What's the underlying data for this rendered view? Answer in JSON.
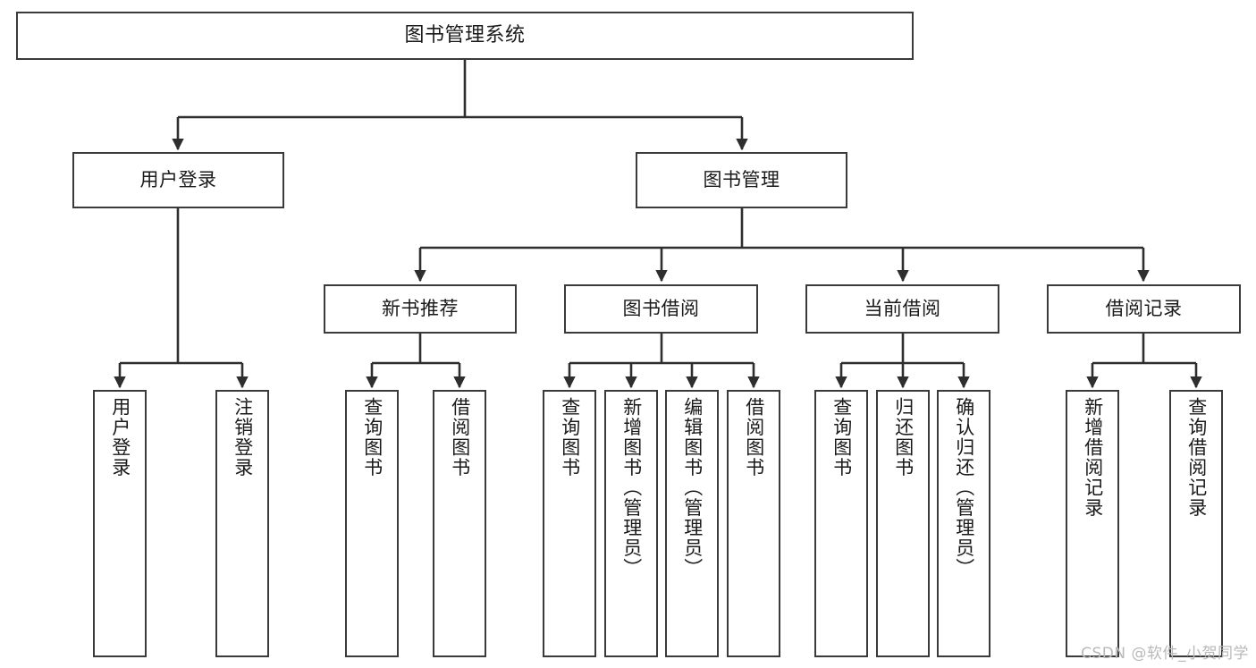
{
  "diagram": {
    "title": "图书管理系统",
    "type": "hierarchy-tree",
    "levels": 4,
    "root": {
      "id": "root",
      "label": "图书管理系统"
    },
    "level2": [
      {
        "id": "user-login",
        "label": "用户登录"
      },
      {
        "id": "book-manage",
        "label": "图书管理"
      }
    ],
    "level3": [
      {
        "id": "new-book-recommend",
        "label": "新书推荐",
        "parent": "book-manage"
      },
      {
        "id": "book-borrow",
        "label": "图书借阅",
        "parent": "book-manage"
      },
      {
        "id": "current-borrow",
        "label": "当前借阅",
        "parent": "book-manage"
      },
      {
        "id": "borrow-record",
        "label": "借阅记录",
        "parent": "book-manage"
      }
    ],
    "leaves": {
      "user-login": [
        {
          "id": "leaf-user-login",
          "label": "用户登录"
        },
        {
          "id": "leaf-logout",
          "label": "注销登录"
        }
      ],
      "new-book-recommend": [
        {
          "id": "leaf-query-book-1",
          "label": "查询图书"
        },
        {
          "id": "leaf-borrow-book-1",
          "label": "借阅图书"
        }
      ],
      "book-borrow": [
        {
          "id": "leaf-query-book-2",
          "label": "查询图书"
        },
        {
          "id": "leaf-add-book",
          "label": "新增图书（管理员）"
        },
        {
          "id": "leaf-edit-book",
          "label": "编辑图书（管理员）"
        },
        {
          "id": "leaf-borrow-book-2",
          "label": "借阅图书"
        }
      ],
      "current-borrow": [
        {
          "id": "leaf-query-book-3",
          "label": "查询图书"
        },
        {
          "id": "leaf-return-book",
          "label": "归还图书"
        },
        {
          "id": "leaf-confirm-return",
          "label": "确认归还（管理员）"
        }
      ],
      "borrow-record": [
        {
          "id": "leaf-add-record",
          "label": "新增借阅记录"
        },
        {
          "id": "leaf-query-record",
          "label": "查询借阅记录"
        }
      ]
    },
    "colors": {
      "node_border": "#3a3a3a",
      "node_fill": "#ffffff",
      "edge": "#2e2e2e",
      "text": "#1a1a1a",
      "watermark": "#b9b9b9",
      "background": "#ffffff"
    }
  },
  "watermark": {
    "text": "CSDN @软件_小贺同学"
  }
}
